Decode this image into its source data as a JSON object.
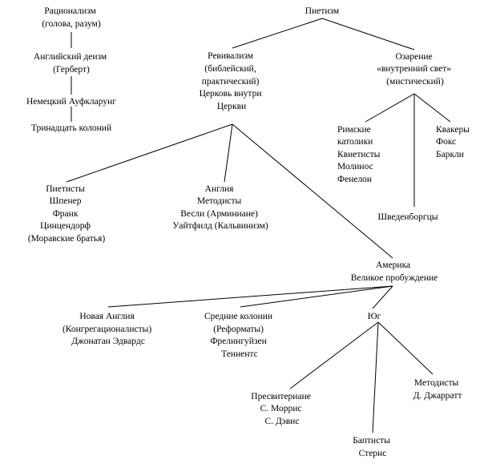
{
  "nodes": {
    "rationalism": [
      "Рационализм",
      "(голова, разум)"
    ],
    "english_deism": [
      "Английский деизм",
      "(Герберт)"
    ],
    "german_aufklarung": [
      "Немецкий Ауфкларунг"
    ],
    "thirteen_colonies": [
      "Тринадцать колоний"
    ],
    "pietism": [
      "Пиетизм"
    ],
    "revivalism": [
      "Ревивализм",
      "(библейский,",
      "практический)",
      "Церковь внутри",
      "Церкви"
    ],
    "illumination": [
      "Озарение",
      "«внутренний свет»",
      "(мистический)"
    ],
    "roman_catholics": [
      "Римские",
      "католики",
      "Квиетисты",
      "Молинос",
      "Фенелон"
    ],
    "quakers": [
      "Квакеры",
      "Фокс",
      "Баркли"
    ],
    "swedenborgians": [
      "Шведенборгцы"
    ],
    "pietists": [
      "Пиетисты",
      "Шпенер",
      "Франк",
      "Цинцендорф",
      "(Моравские братья)"
    ],
    "england": [
      "Англия",
      "Методисты",
      "Весли (Арминиане)",
      "Уайтфилд (Кальвинизм)"
    ],
    "america": [
      "Америка",
      "Великое пробуждение"
    ],
    "new_england": [
      "Новая Англия",
      "(Конгрегационалисты)",
      "Джонатан Эдвардс"
    ],
    "middle_colonies": [
      "Средние колонии",
      "(Реформаты)",
      "Фрелингуйзен",
      "Теннентс"
    ],
    "south": [
      "Юг"
    ],
    "presbyterians": [
      "Пресвитериане",
      "С. Моррис",
      "С. Дэвис"
    ],
    "baptists": [
      "Баптисты",
      "Стернс"
    ],
    "methodists_south": [
      "Методисты",
      "Д. Джарратт"
    ]
  }
}
